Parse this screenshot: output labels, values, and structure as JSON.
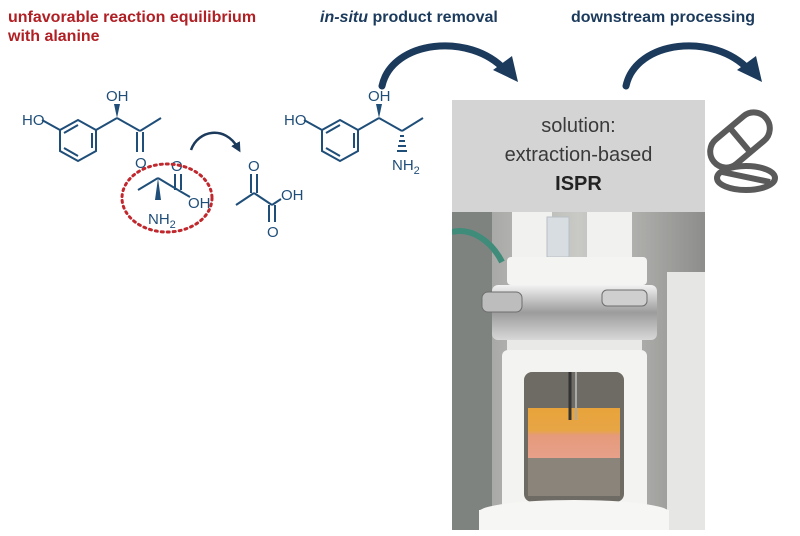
{
  "header": {
    "problem_line1": "unfavorable reaction equilibrium",
    "problem_line2": "with alanine",
    "removal_italic": "in-situ",
    "removal_rest": " product removal",
    "downstream": "downstream processing"
  },
  "chem": {
    "oh": "OH",
    "ho": "HO",
    "o": "O",
    "nh2": "NH",
    "nh2_sub": "2"
  },
  "solution": {
    "line1": "solution:",
    "line2": "extraction-based",
    "line3": "ISPR"
  },
  "colors": {
    "problem_red": "#b01f24",
    "navy": "#1b3a5c",
    "structure_blue": "#1f4e79",
    "box_gray": "#d4d4d4",
    "circle_red": "#c0282d"
  },
  "icons": [
    "curved-arrow-icon",
    "pills-icon",
    "reactor-photo"
  ]
}
